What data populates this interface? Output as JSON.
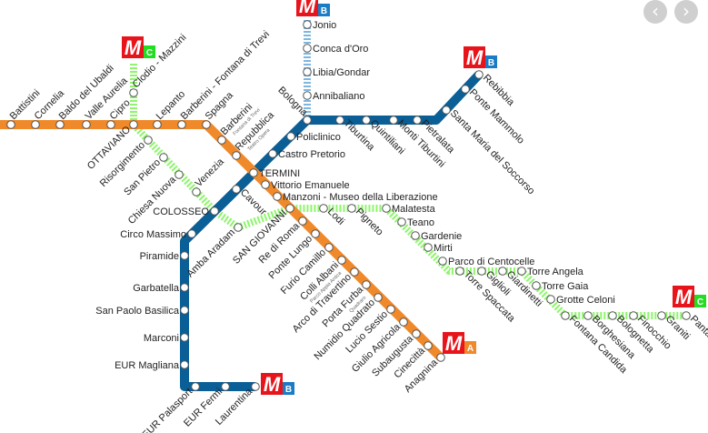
{
  "map": {
    "logo_glyph": "M",
    "lines": {
      "A": {
        "label": "A",
        "color": "#f0892a",
        "stations": [
          {
            "name": "Battistini"
          },
          {
            "name": "Cornelia"
          },
          {
            "name": "Baldo del Ubaldi"
          },
          {
            "name": "Valle Aurelia"
          },
          {
            "name": "Cipro"
          },
          {
            "name": "OTTAVIANO"
          },
          {
            "name": "Lepanto"
          },
          {
            "name": "Barberini - Fontana di Trevi"
          },
          {
            "name": "Spagna"
          },
          {
            "name": "Barberini",
            "sub": "Fontana di Trevi"
          },
          {
            "name": "Repubblica",
            "sub": "Teatro Opera"
          },
          {
            "name": "TERMINI"
          },
          {
            "name": "Vittorio Emanuele"
          },
          {
            "name": "Manzoni - Museo della Liberazione"
          },
          {
            "name": "SAN GIOVANNI"
          },
          {
            "name": "Re di Roma"
          },
          {
            "name": "Ponte Lungo"
          },
          {
            "name": "Furio Camillo"
          },
          {
            "name": "Colli Albani",
            "sub": "Parco Appia Antica"
          },
          {
            "name": "Arco di Travertino"
          },
          {
            "name": "Porta Furba",
            "sub": "Quadraro"
          },
          {
            "name": "Numidio Quadrato"
          },
          {
            "name": "Lucio Sestio"
          },
          {
            "name": "Giulio Agricola"
          },
          {
            "name": "Subaugusta"
          },
          {
            "name": "Cinecittà"
          },
          {
            "name": "Anagnina"
          }
        ]
      },
      "B": {
        "label": "B",
        "color": "#0a5f96",
        "stations": [
          {
            "name": "Laurentina"
          },
          {
            "name": "EUR Fermi"
          },
          {
            "name": "EUR Palasport"
          },
          {
            "name": "EUR Magliana"
          },
          {
            "name": "Marconi"
          },
          {
            "name": "San Paolo Basilica"
          },
          {
            "name": "Garbatella"
          },
          {
            "name": "Piramide"
          },
          {
            "name": "Circo Massimo"
          },
          {
            "name": "COLOSSEO"
          },
          {
            "name": "Cavour"
          },
          {
            "name": "Castro Pretorio"
          },
          {
            "name": "Policlinico"
          },
          {
            "name": "Bologna"
          },
          {
            "name": "Tiburtina"
          },
          {
            "name": "Quintiliani"
          },
          {
            "name": "Monti Tiburtini"
          },
          {
            "name": "Pietralata"
          },
          {
            "name": "Santa Maria del Soccorso"
          },
          {
            "name": "Ponte Mammolo"
          },
          {
            "name": "Rebibbia"
          }
        ]
      },
      "B1": {
        "label": "B",
        "color": "#7fb6e0",
        "stations": [
          {
            "name": "Annibaliano"
          },
          {
            "name": "Libia/Gondar"
          },
          {
            "name": "Conca d'Oro"
          },
          {
            "name": "Jonio"
          }
        ]
      },
      "C": {
        "label": "C",
        "color": "#8ef56c",
        "stations": [
          {
            "name": "Clodio - Mazzini"
          },
          {
            "name": "Risorgimento"
          },
          {
            "name": "San Pietro"
          },
          {
            "name": "Chiesa Nuova"
          },
          {
            "name": "Venezia"
          },
          {
            "name": "Amba Aradam"
          },
          {
            "name": "Lodi"
          },
          {
            "name": "Pigneto"
          },
          {
            "name": "Malatesta"
          },
          {
            "name": "Teano"
          },
          {
            "name": "Gardenie"
          },
          {
            "name": "Mirti"
          },
          {
            "name": "Parco di Centocelle"
          },
          {
            "name": "Torre Spaccata"
          },
          {
            "name": "Giglioli"
          },
          {
            "name": "Giardinetti"
          },
          {
            "name": "Torre Angela"
          },
          {
            "name": "Torre Gaia"
          },
          {
            "name": "Grotte Celoni"
          },
          {
            "name": "Fontana Candida"
          },
          {
            "name": "Borghesiana"
          },
          {
            "name": "Bolognetta"
          },
          {
            "name": "Finocchio"
          },
          {
            "name": "Graniti"
          },
          {
            "name": "Pantano"
          }
        ]
      }
    },
    "logos": [
      {
        "line": "C",
        "letter": "C",
        "color": "#22dd22"
      },
      {
        "line": "B",
        "letter": "B",
        "color": "#1a7cc4"
      },
      {
        "line": "B",
        "letter": "B",
        "color": "#1a7cc4"
      },
      {
        "line": "A",
        "letter": "A",
        "color": "#f0892a"
      },
      {
        "line": "B",
        "letter": "B",
        "color": "#1a7cc4"
      },
      {
        "line": "C",
        "letter": "C",
        "color": "#22dd22"
      }
    ]
  },
  "nav": {
    "prev": "‹",
    "next": "›"
  }
}
